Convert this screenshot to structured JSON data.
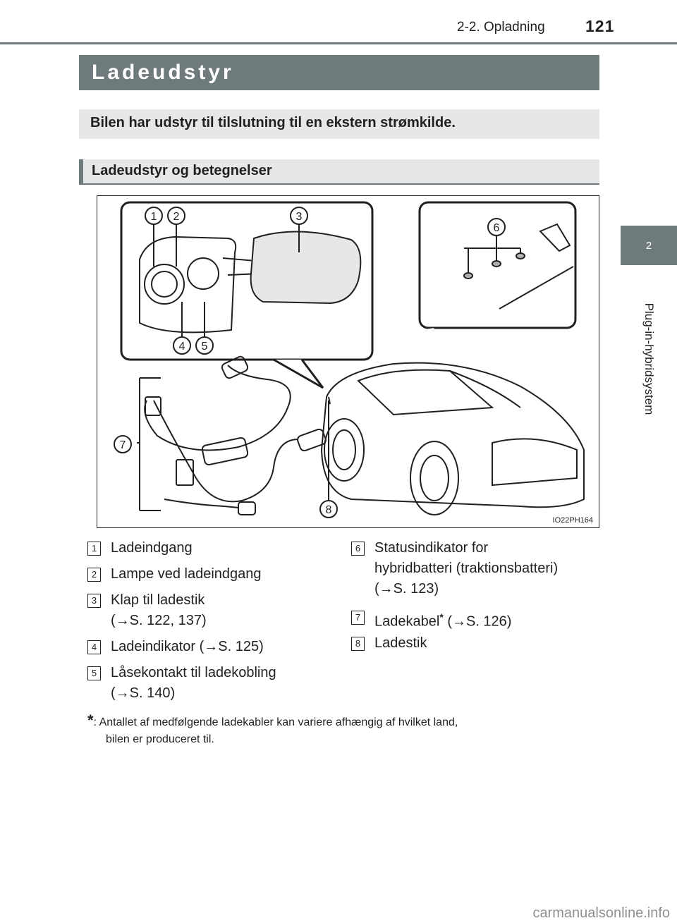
{
  "header": {
    "section": "2-2. Opladning",
    "page_number": "121"
  },
  "side_tab": {
    "number": "2",
    "label": "Plug-in-hybridsystem"
  },
  "title": "Ladeudstyr",
  "intro": "Bilen har udstyr til tilslutning til en ekstern strømkilde.",
  "subheading": "Ladeudstyr og betegnelser",
  "figure": {
    "code": "IO22PH164",
    "callouts": [
      "1",
      "2",
      "3",
      "4",
      "5",
      "6",
      "7",
      "8"
    ]
  },
  "legend_left": [
    {
      "num": "1",
      "line1": "Ladeindgang"
    },
    {
      "num": "2",
      "line1": "Lampe ved ladeindgang"
    },
    {
      "num": "3",
      "line1": "Klap til ladestik",
      "line2": "(→S. 122, 137)"
    },
    {
      "num": "4",
      "line1": "Ladeindikator (→S. 125)"
    },
    {
      "num": "5",
      "line1": "Låsekontakt til ladekobling",
      "line2": "(→S. 140)"
    }
  ],
  "legend_right": [
    {
      "num": "6",
      "line1": "Statusindikator for",
      "line2": "hybridbatteri (traktionsbatteri)",
      "line3": "(→S. 123)"
    },
    {
      "num": "7",
      "line1": "Ladekabel",
      "star": "*",
      "rest": " (→S. 126)"
    },
    {
      "num": "8",
      "line1": "Ladestik"
    }
  ],
  "footnote": {
    "star": "*",
    "line1": ": Antallet af medfølgende ladekabler kan variere afhængig af hvilket land,",
    "line2": "bilen er produceret til."
  },
  "watermark": "carmanualsonline.info"
}
